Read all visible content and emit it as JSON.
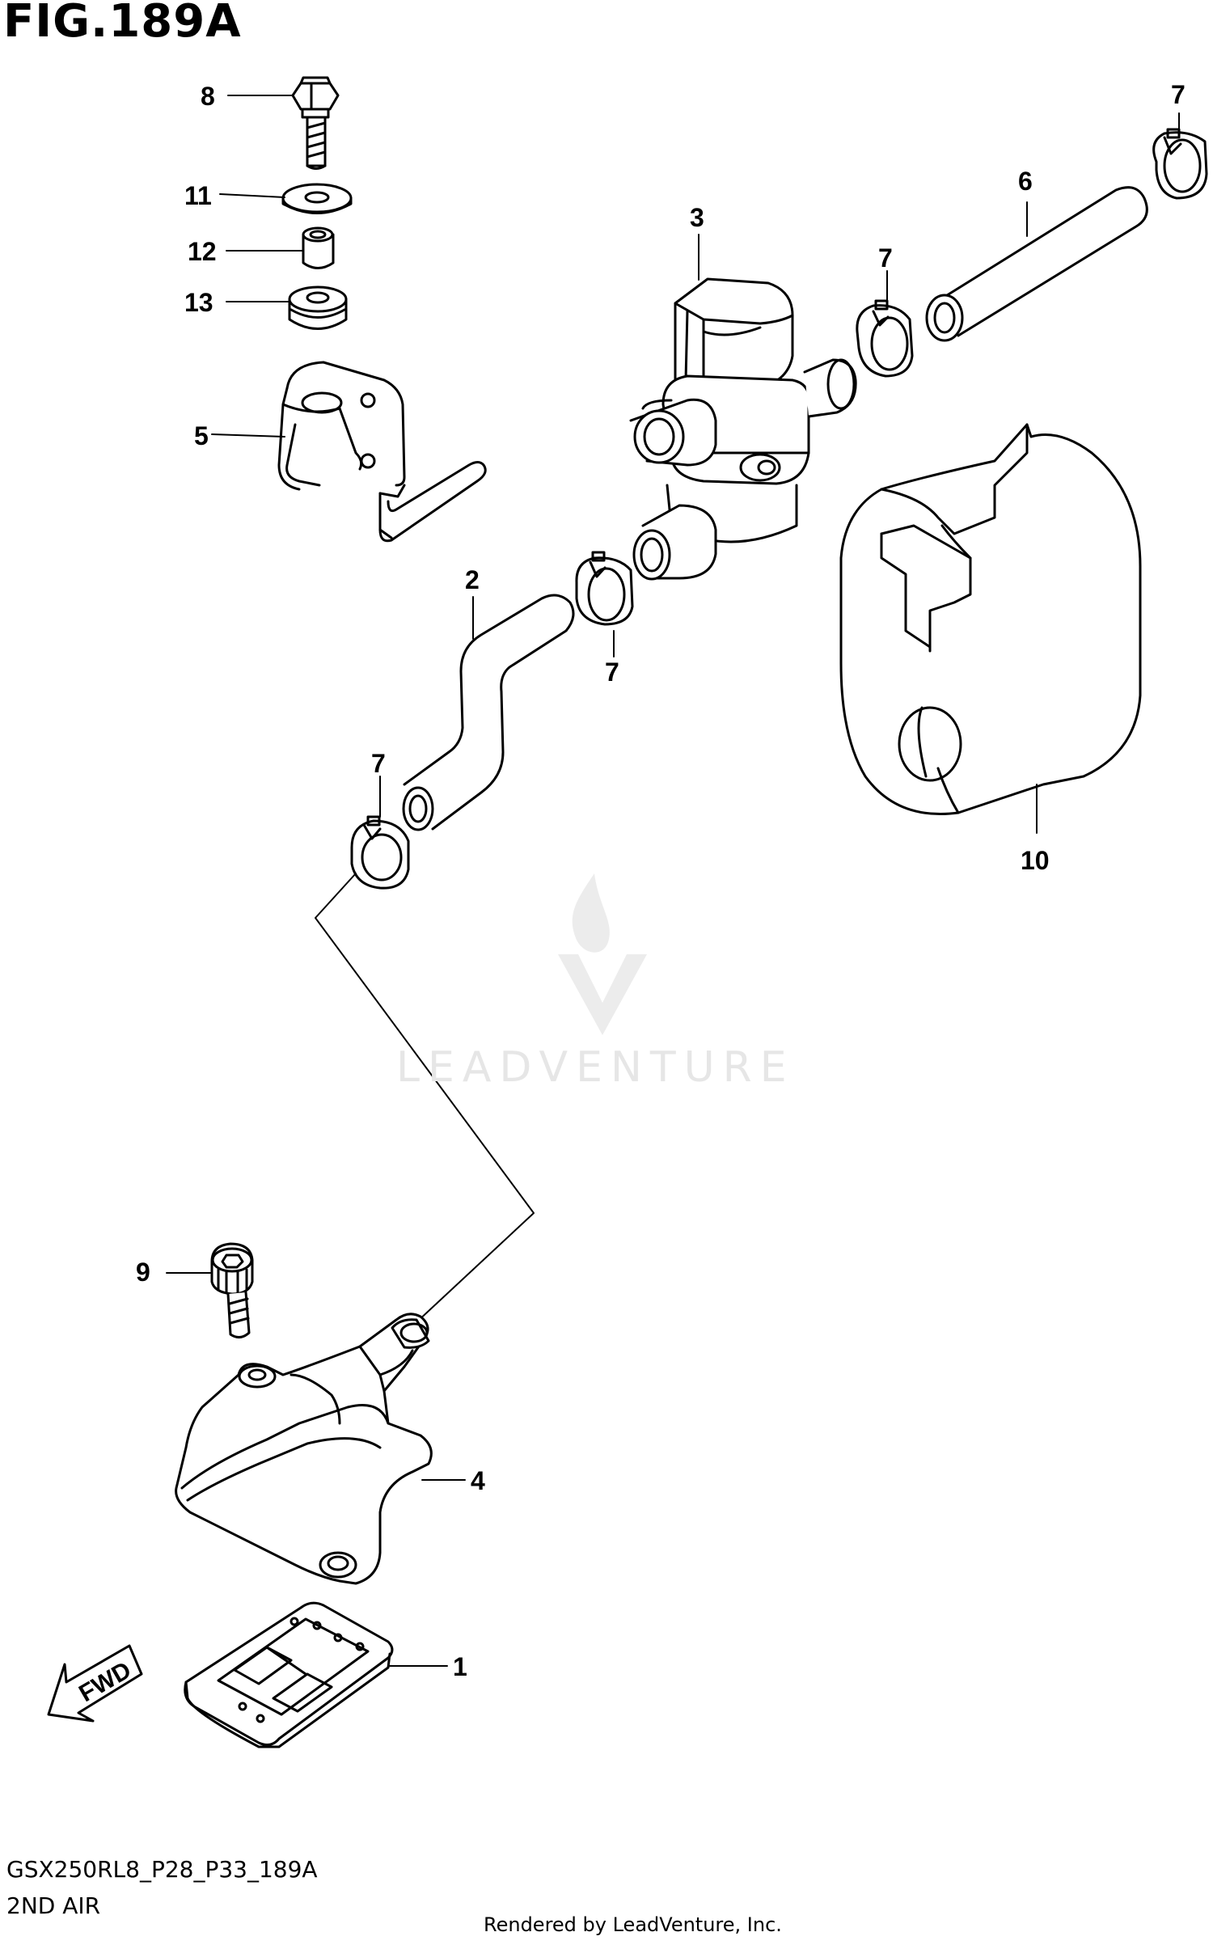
{
  "figure": {
    "title": "FIG.189A",
    "drawing_code": "GSX250RL8_P28_P33_189A",
    "section_name": "2ND AIR",
    "render_credit": "Rendered by LeadVenture, Inc.",
    "watermark": "LEADVENTURE",
    "direction_arrow": "FWD"
  },
  "callouts": {
    "c1": "1",
    "c2": "2",
    "c3": "3",
    "c4": "4",
    "c5": "5",
    "c6": "6",
    "c7a": "7",
    "c7b": "7",
    "c7c": "7",
    "c7d": "7",
    "c8": "8",
    "c9": "9",
    "c10": "10",
    "c11": "11",
    "c12": "12",
    "c13": "13"
  },
  "colors": {
    "line": "#000000",
    "paper": "#ffffff",
    "watermark": "#e6e6e6"
  }
}
